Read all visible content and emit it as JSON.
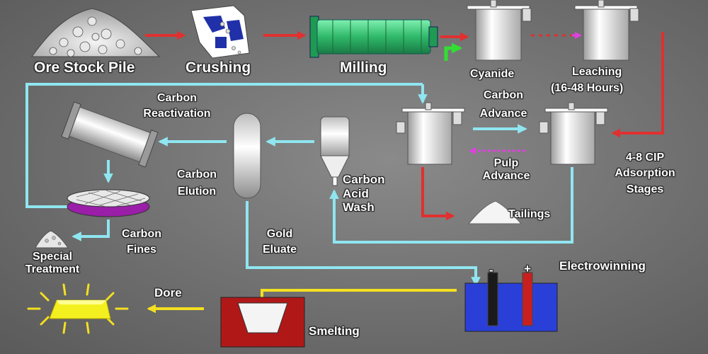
{
  "labels": {
    "ore_stock_pile": "Ore Stock Pile",
    "crushing": "Crushing",
    "milling": "Milling",
    "cyanide": "Cyanide",
    "leaching": "Leaching",
    "leaching_time": "(16-48 Hours)",
    "carbon_advance_1": "Carbon",
    "carbon_advance_2": "Advance",
    "carbon_reactivation_1": "Carbon",
    "carbon_reactivation_2": "Reactivation",
    "carbon_elution_1": "Carbon",
    "carbon_elution_2": "Elution",
    "carbon_acid_wash_1": "Carbon",
    "carbon_acid_wash_2": "Acid",
    "carbon_acid_wash_3": "Wash",
    "pulp_advance_1": "Pulp",
    "pulp_advance_2": "Advance",
    "cip_stages_1": "4-8 CIP",
    "cip_stages_2": "Adsorption",
    "cip_stages_3": "Stages",
    "tailings": "Tailings",
    "carbon_fines_1": "Carbon",
    "carbon_fines_2": "Fines",
    "special_treatment_1": "Special",
    "special_treatment_2": "Treatment",
    "gold_eluate_1": "Gold",
    "gold_eluate_2": "Eluate",
    "electrowinning": "Electrowinning",
    "electrode_minus": "-",
    "electrode_plus": "+",
    "dore": "Dore",
    "smelting": "Smelting"
  },
  "colors": {
    "red_arrow": "#e03030",
    "cyan_line": "#8fe6f0",
    "green_arrow": "#33dd33",
    "magenta_arrow": "#e040e0",
    "mill_green": "#2fb86a",
    "electrolyte_blue": "#2a3fd8",
    "smelter_red": "#b01818",
    "dore_yellow": "#f4f020",
    "screen_purple": "#9a1ea8"
  }
}
